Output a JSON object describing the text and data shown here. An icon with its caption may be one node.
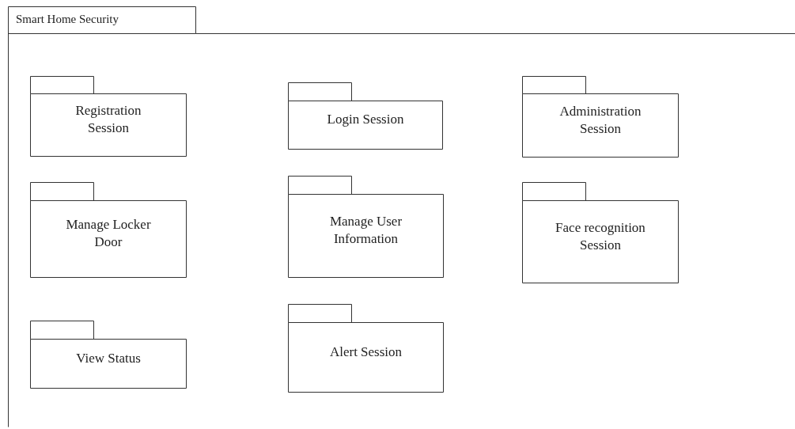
{
  "diagram": {
    "nodes": [
      {
        "text": [
          "Smart Home Security"
        ]
      },
      {
        "text": [
          "Registration Session"
        ],
        "in": 0
      },
      {
        "text": [
          "Login Session"
        ],
        "in": 0
      },
      {
        "text": [
          "Administration Session"
        ],
        "in": 0
      },
      {
        "text": [
          "Manage Locker Door"
        ],
        "in": 0
      },
      {
        "text": [
          "Manage User Information"
        ],
        "in": 0
      },
      {
        "text": [
          "Face recognition Session"
        ],
        "in": 0
      },
      {
        "text": [
          "View Status"
        ],
        "in": 0
      },
      {
        "text": [
          "Alert Session"
        ],
        "in": 0
      }
    ]
  }
}
